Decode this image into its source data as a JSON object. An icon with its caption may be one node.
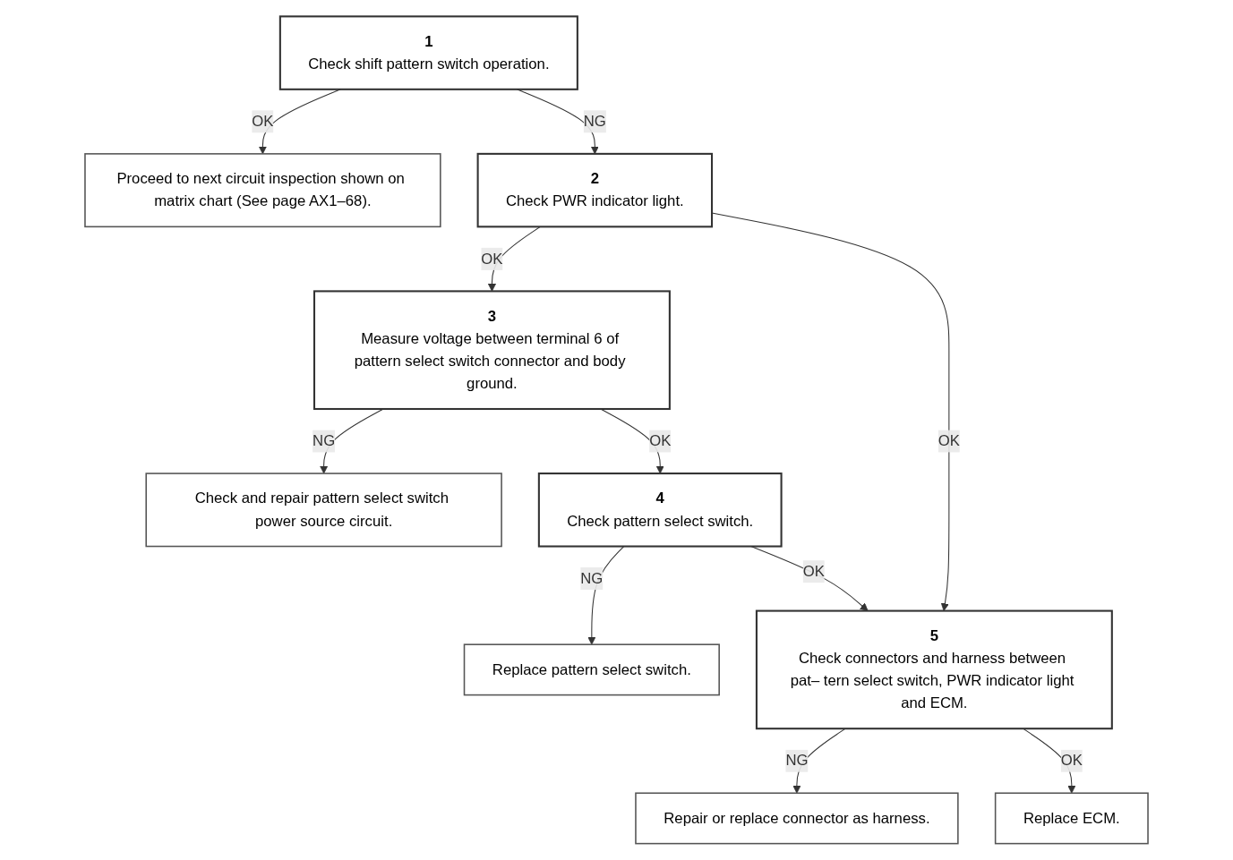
{
  "diagram": {
    "nodes": [
      {
        "text": [
          "1",
          "Check shift pattern switch operation."
        ]
      },
      {
        "text": [
          "Proceed to next circuit inspection shown on matrix chart (See page AX1–68)."
        ]
      },
      {
        "text": [
          "2",
          "Check PWR indicator light."
        ]
      },
      {
        "text": [
          "3",
          "Measure voltage between terminal 6 of pattern select switch connector and body ground."
        ]
      },
      {
        "text": [
          "Check and repair pattern select switch power source circuit."
        ]
      },
      {
        "text": [
          "4",
          "Check pattern select switch."
        ]
      },
      {
        "text": [
          "Replace pattern select switch."
        ]
      },
      {
        "text": [
          "5",
          "Check connectors and harness between pat– tern select switch, PWR indicator light and ECM."
        ]
      },
      {
        "text": [
          "Repair or replace connector as harness."
        ]
      },
      {
        "text": [
          "Replace ECM."
        ]
      }
    ],
    "edges": [
      {
        "from": 0,
        "to": 1,
        "arrow": "to",
        "label": "OK"
      },
      {
        "from": 0,
        "to": 2,
        "arrow": "to",
        "label": "NG"
      },
      {
        "from": 2,
        "to": 7,
        "arrow": "to",
        "label": "OK"
      },
      {
        "from": 2,
        "to": 3,
        "arrow": "to",
        "label": "OK"
      },
      {
        "from": 3,
        "to": 4,
        "arrow": "to",
        "label": "NG"
      },
      {
        "from": 3,
        "to": 5,
        "arrow": "to",
        "label": "OK"
      },
      {
        "from": 5,
        "to": 6,
        "arrow": "to",
        "label": "NG"
      },
      {
        "from": 5,
        "to": 7,
        "arrow": "to",
        "label": "OK"
      },
      {
        "from": 7,
        "to": 8,
        "arrow": "to",
        "label": "NG"
      },
      {
        "from": 7,
        "to": 9,
        "arrow": "to",
        "label": "OK"
      }
    ]
  }
}
